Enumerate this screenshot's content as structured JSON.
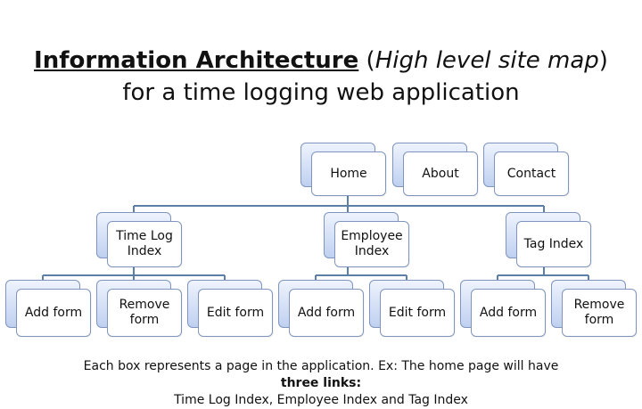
{
  "title": {
    "main": "Information Architecture",
    "paren_open": " (",
    "subtitle": "High level site map",
    "paren_close": ")",
    "line2": "for a time logging web application"
  },
  "nodes": {
    "home": "Home",
    "about": "About",
    "contact": "Contact",
    "time_log_index": "Time Log\nIndex",
    "employee_index": "Employee\nIndex",
    "tag_index": "Tag Index",
    "timelog_add": "Add form",
    "timelog_remove": "Remove\nform",
    "timelog_edit": "Edit form",
    "employee_add": "Add form",
    "employee_edit": "Edit form",
    "tag_add": "Add form",
    "tag_remove": "Remove\nform"
  },
  "footer": {
    "line1": "Each box represents a page in the application. Ex: The home page will have",
    "line2": "three links:",
    "line3": "Time Log Index, Employee Index and Tag Index"
  },
  "colors": {
    "connector": "#5b7fa6",
    "box_border": "#7f95bd",
    "box_fill_back": "#bfd0f0"
  }
}
